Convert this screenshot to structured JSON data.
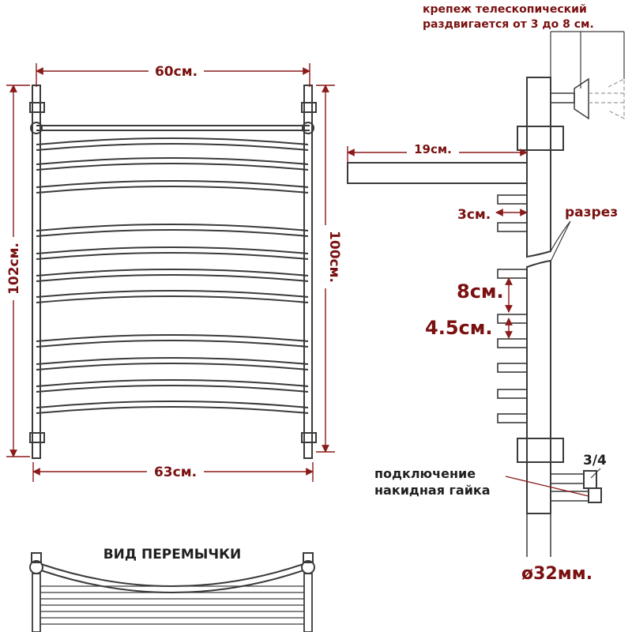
{
  "front_view": {
    "top_width": "60см.",
    "bottom_width": "63см.",
    "total_height": "102см.",
    "inner_height": "100см."
  },
  "side_view": {
    "mount_note_line1": "крепеж телескопический",
    "mount_note_line2": "раздвигается от 3 до 8 см.",
    "mount_depth": "19см.",
    "bar_gap": "3см.",
    "cut_label": "разрез",
    "section_spacing": "8см.",
    "bar_spacing": "4.5см.",
    "thread_size": "3/4",
    "connection_line1": "подключение",
    "connection_line2": "накидная гайка",
    "pipe_diameter": "ø32мм."
  },
  "jumper_view": {
    "title": "ВИД ПЕРЕМЫЧКИ"
  },
  "colors": {
    "label": "#7a1010",
    "dimension_line": "#8b1a1a",
    "drawing_line": "#3a3a3a"
  }
}
